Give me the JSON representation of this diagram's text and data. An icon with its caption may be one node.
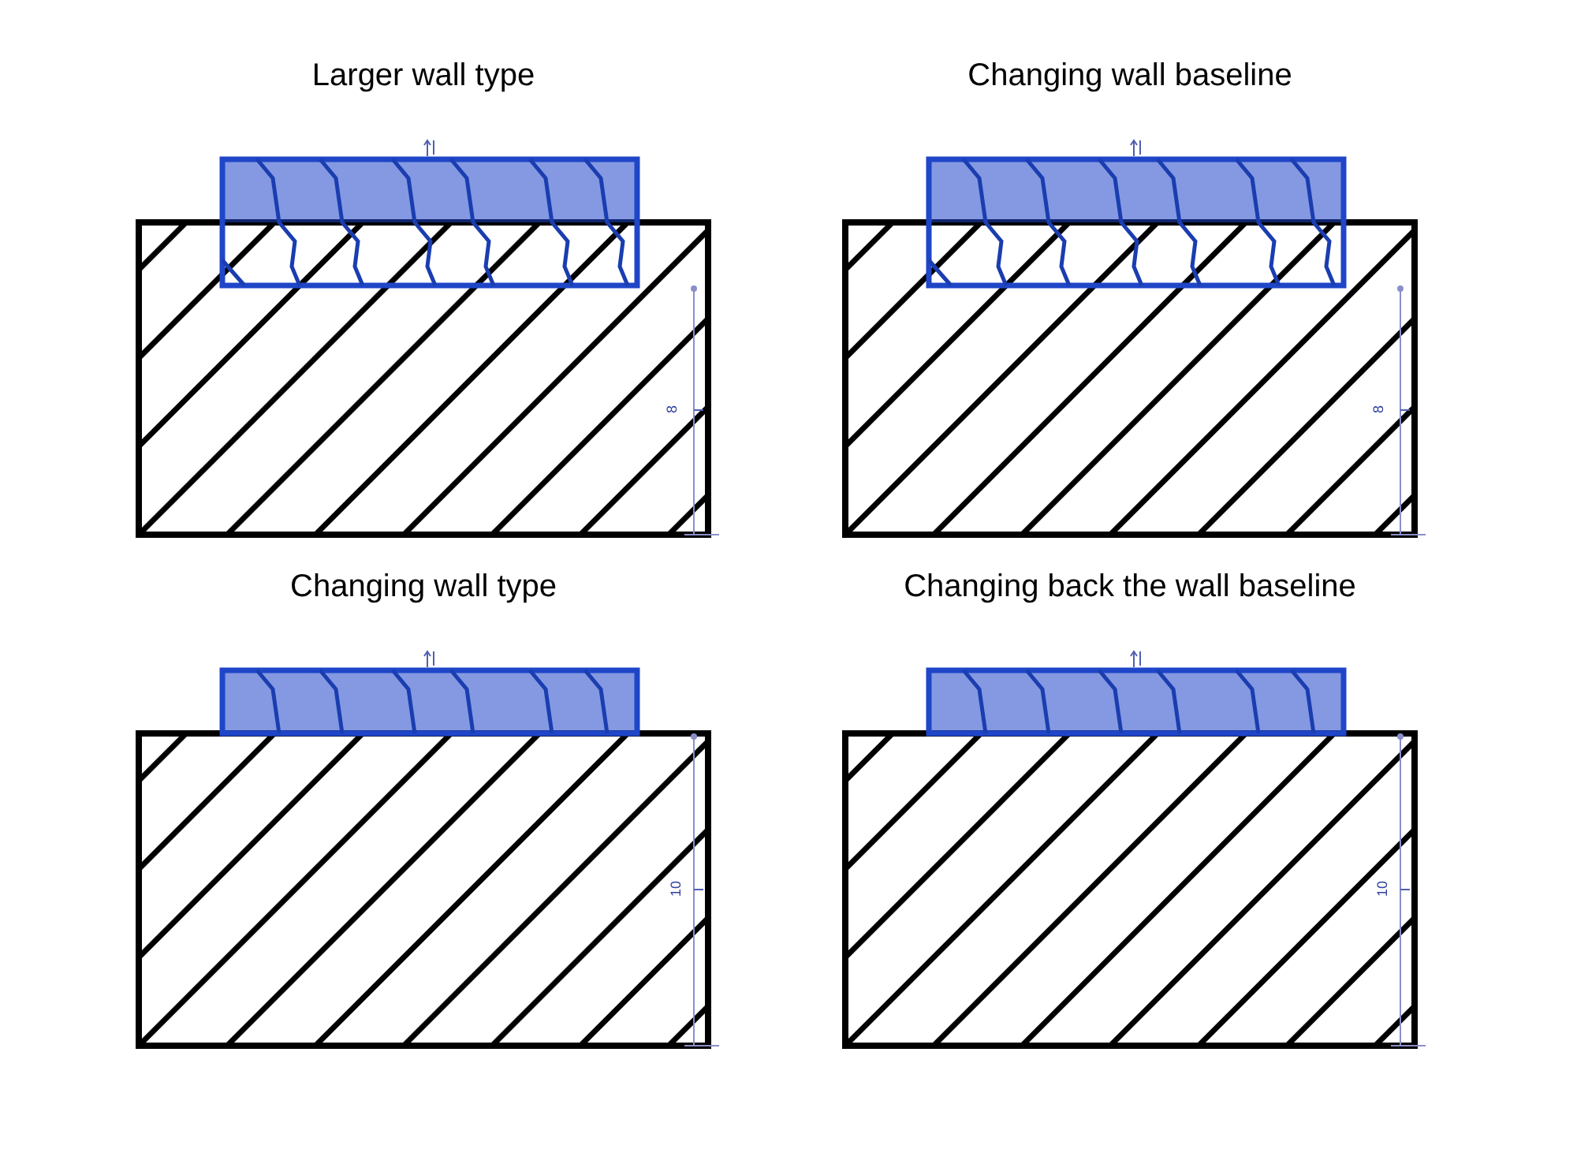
{
  "diagram": {
    "labels": [
      "Larger wall type",
      "Changing wall baseline",
      "8",
      "8",
      "Changing wall type",
      "Changing back the wall baseline",
      "10",
      "10"
    ]
  }
}
